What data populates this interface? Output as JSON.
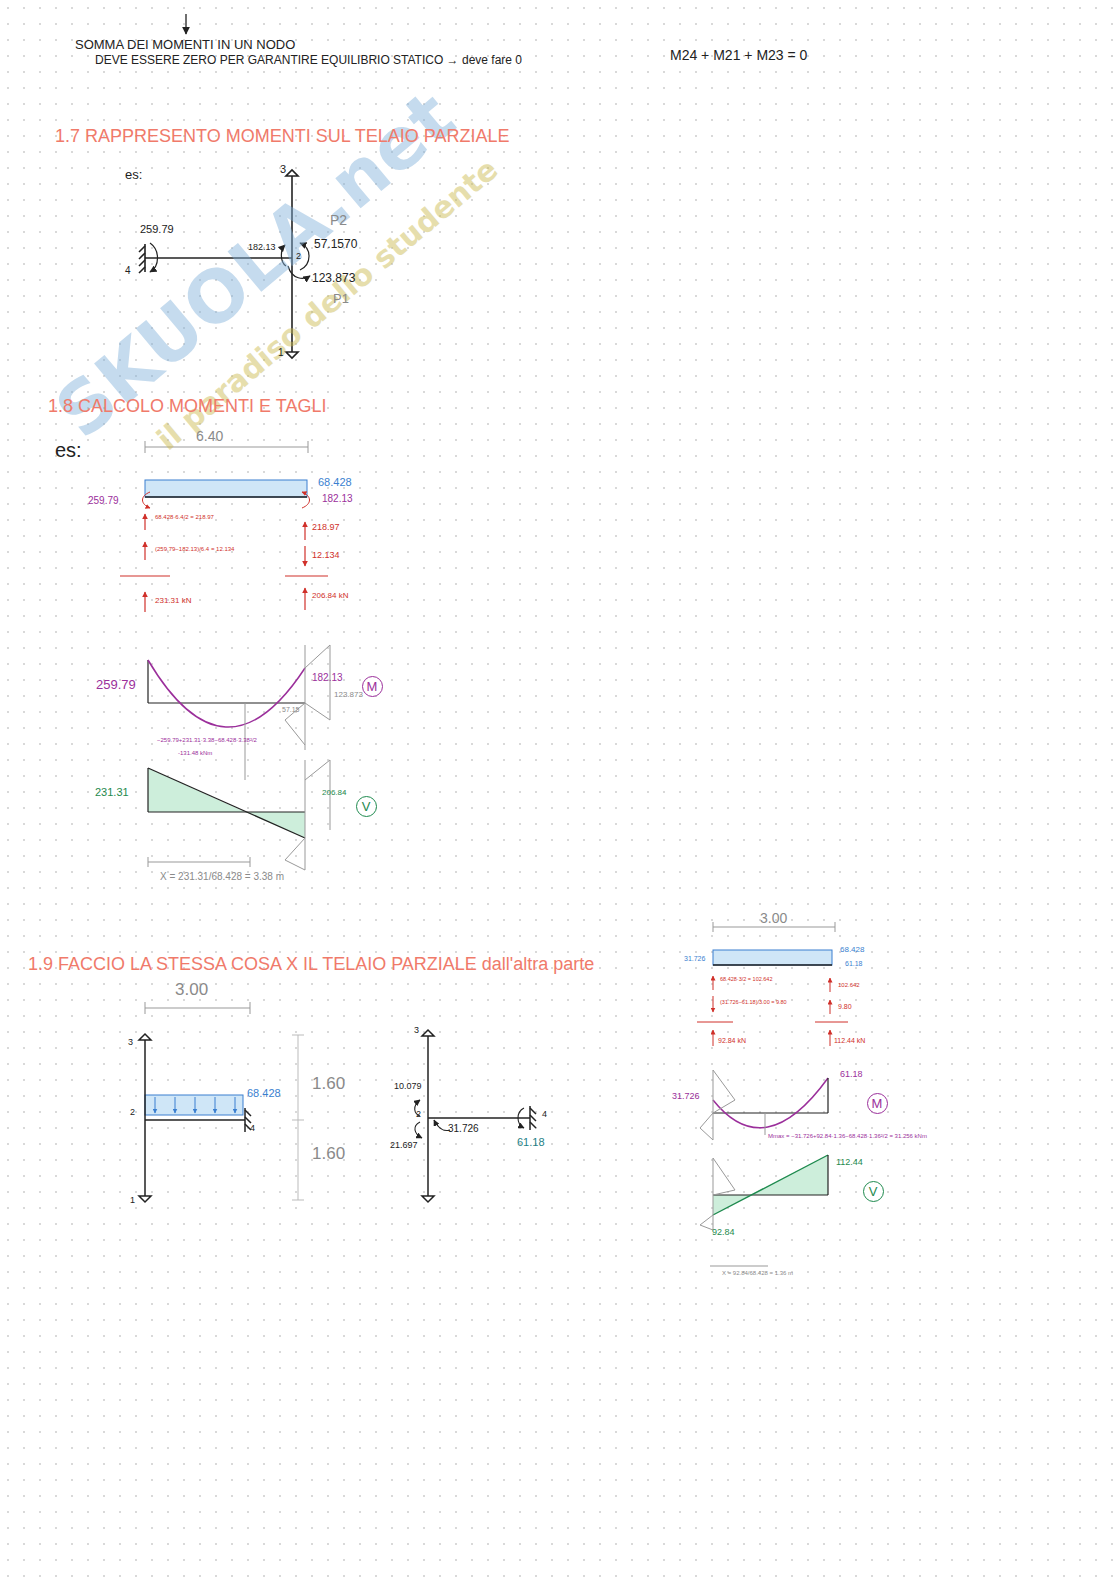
{
  "diagram": {
    "nodes": [
      {
        "text": [
          "M"
        ]
      },
      {
        "text": [
          "V"
        ]
      },
      {
        "text": [
          "M"
        ]
      },
      {
        "text": [
          "V"
        ]
      }
    ],
    "labels": [
      "SOMMA DEI MOMENTI IN UN NODO",
      "DEVE ESSERE ZERO PER GARANTIRE EQUILIBRIO STATICO → deve fare 0",
      "M24 + M21 + M23 = 0",
      "1.7 RAPPRESENTO MOMENTI SUL TELAIO PARZIALE",
      "es:",
      "3",
      "259.79",
      "P2",
      "182.13",
      "57.1570",
      "2",
      "4",
      "123.873",
      "P1",
      "1",
      "1.8 CALCOLO MOMENTI E TAGLI",
      "es:",
      "6.40",
      "68.428",
      "259.79",
      "182.13",
      "68.428·6.4/2 = 218.97",
      "218.97",
      "(259.79−182.13)/6.4 = 12.134",
      "12.134",
      "231.31 kN",
      "206.84 kN",
      "259.79",
      "182.13",
      "123.873",
      "57.15",
      "−259.79+231.31·3.38−68.428·3.38²/2",
      "-131.48 kNm",
      "231.31",
      "206.84",
      "X = 231.31/68.428 = 3.38 m",
      "1.9 FACCIO LA STESSA COSA X IL TELAIO PARZIALE dall'altra parte",
      "3.00",
      "3",
      "68.428",
      "1.60",
      "2",
      "4",
      "1.60",
      "1",
      "3",
      "10.079",
      "2",
      "31.726",
      "21.697",
      "4",
      "61.18",
      "3.00",
      "31.726",
      "68.428",
      "61.18",
      "68.428·3/2 = 102.642",
      "102.642",
      "(31.726−61.18)/3.00 = 9.80",
      "9.80",
      "92.84 kN",
      "112.44 kN",
      "61.18",
      "31.726",
      "Mmax = −31.726+92.84·1.36−68.428·1.36²/2 = 31.256 kNm",
      "112.44",
      "92.84",
      "X = 92.84/68.428 = 1.36 m",
      "SKUOLA.net",
      "il paradiso dello studente"
    ]
  }
}
